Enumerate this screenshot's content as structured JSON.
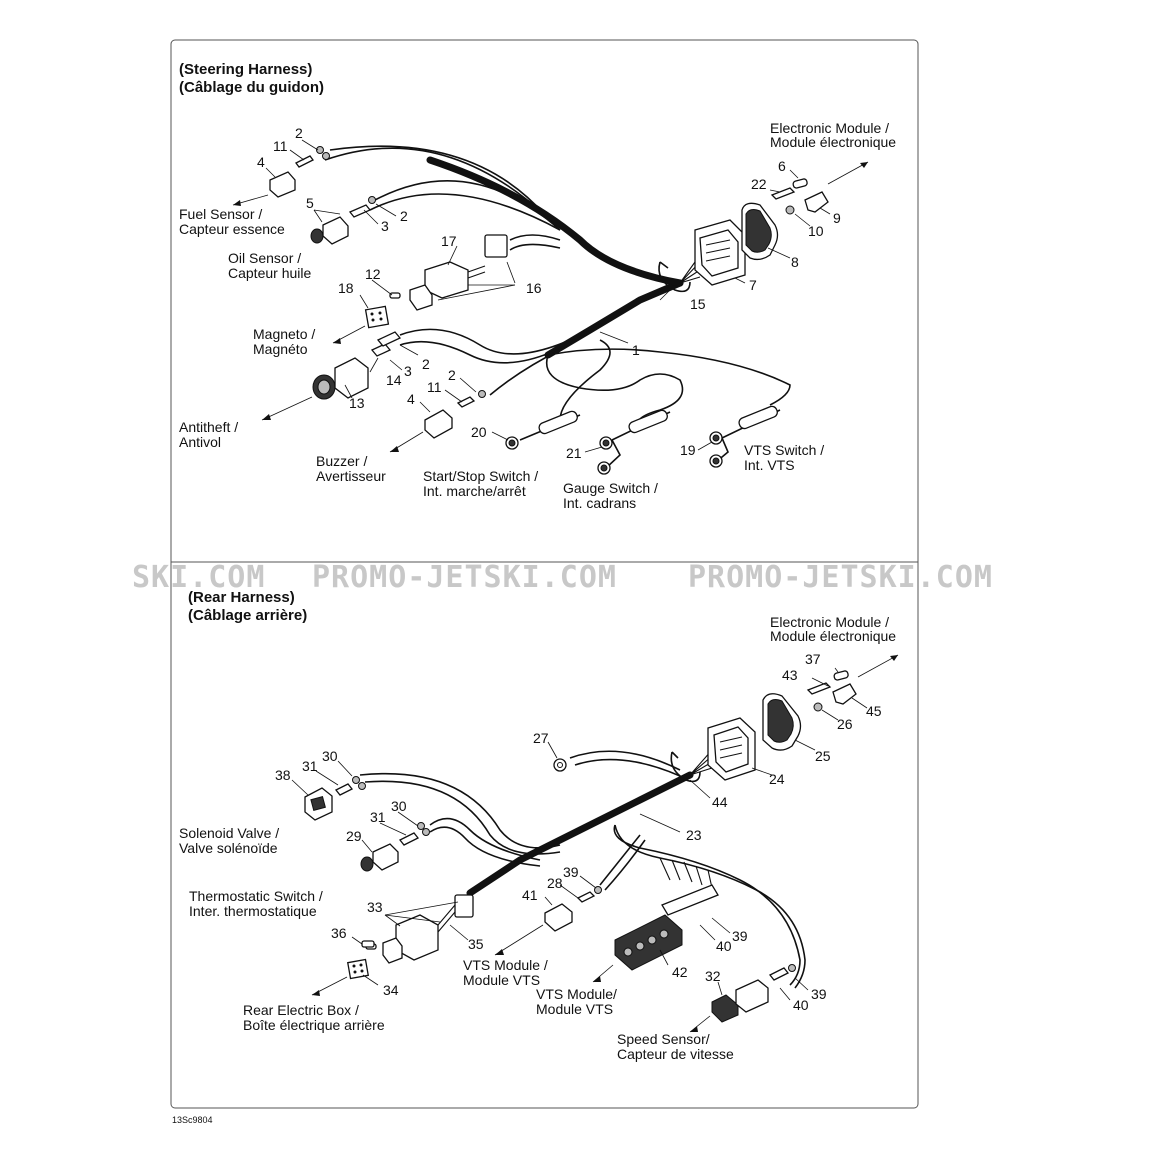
{
  "figure_code": "13Sc9804",
  "watermark": {
    "segments": [
      "SKI.COM",
      "PROMO-JETSKI.COM",
      "PROMO-JETSKI.COM"
    ]
  },
  "steering": {
    "title_en": "(Steering Harness)",
    "title_fr": "(Câblage du guidon)",
    "labels": {
      "electronic_module_en": "Electronic Module /",
      "electronic_module_fr": "Module électronique",
      "fuel_sensor_en": "Fuel Sensor /",
      "fuel_sensor_fr": "Capteur essence",
      "oil_sensor_en": "Oil Sensor /",
      "oil_sensor_fr": "Capteur huile",
      "magneto_en": "Magneto /",
      "magneto_fr": "Magnéto",
      "antitheft_en": "Antitheft /",
      "antitheft_fr": "Antivol",
      "buzzer_en": "Buzzer /",
      "buzzer_fr": "Avertisseur",
      "start_stop_en": "Start/Stop Switch /",
      "start_stop_fr": "Int. marche/arrêt",
      "gauge_switch_en": "Gauge Switch /",
      "gauge_switch_fr": "Int. cadrans",
      "vts_switch_en": "VTS Switch /",
      "vts_switch_fr": "Int. VTS"
    },
    "callouts": {
      "c1": "1",
      "c2a": "2",
      "c2b": "2",
      "c2c": "2",
      "c2d": "2",
      "c3a": "3",
      "c3b": "3",
      "c4a": "4",
      "c4b": "4",
      "c5": "5",
      "c6": "6",
      "c7": "7",
      "c8": "8",
      "c9": "9",
      "c10": "10",
      "c11a": "11",
      "c11b": "11",
      "c12": "12",
      "c13": "13",
      "c14": "14",
      "c15": "15",
      "c16": "16",
      "c17": "17",
      "c18": "18",
      "c19": "19",
      "c20": "20",
      "c21": "21",
      "c22": "22"
    }
  },
  "rear": {
    "title_en": "(Rear Harness)",
    "title_fr": "(Câblage arrière)",
    "labels": {
      "electronic_module_en": "Electronic Module /",
      "electronic_module_fr": "Module électronique",
      "solenoid_en": "Solenoid Valve /",
      "solenoid_fr": "Valve solénoïde",
      "thermostatic_en": "Thermostatic Switch /",
      "thermostatic_fr": "Inter. thermostatique",
      "rear_box_en": "Rear Electric Box /",
      "rear_box_fr": "Boîte électrique arrière",
      "vts_module1_en": "VTS Module /",
      "vts_module1_fr": "Module VTS",
      "vts_module2_en": "VTS Module/",
      "vts_module2_fr": "Module VTS",
      "speed_sensor_en": "Speed Sensor/",
      "speed_sensor_fr": "Capteur de vitesse"
    },
    "callouts": {
      "c23": "23",
      "c24": "24",
      "c25": "25",
      "c26": "26",
      "c27": "27",
      "c28": "28",
      "c29": "29",
      "c30a": "30",
      "c30b": "30",
      "c31a": "31",
      "c31b": "31",
      "c32": "32",
      "c33": "33",
      "c34": "34",
      "c35": "35",
      "c36": "36",
      "c37": "37",
      "c38": "38",
      "c39a": "39",
      "c39b": "39",
      "c39c": "39",
      "c40a": "40",
      "c40b": "40",
      "c41": "41",
      "c42": "42",
      "c43": "43",
      "c44": "44",
      "c45": "45"
    }
  }
}
